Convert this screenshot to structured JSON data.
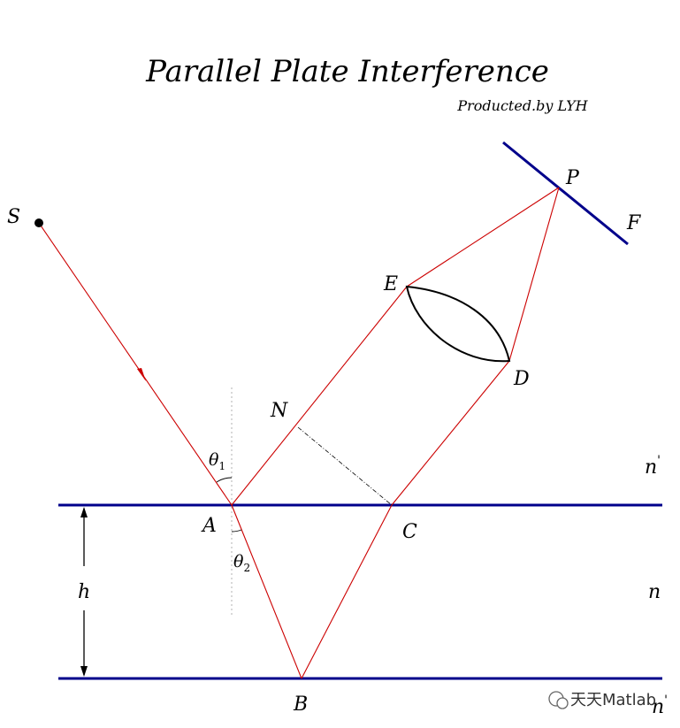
{
  "title": "Parallel Plate Interference",
  "subtitle": "Producted.by LYH",
  "points": {
    "S": "S",
    "P": "P",
    "F": "F",
    "E": "E",
    "D": "D",
    "N": "N",
    "A": "A",
    "C": "C",
    "B": "B"
  },
  "angles": {
    "theta1": "θ",
    "theta1_sub": "1",
    "theta2": "θ",
    "theta2_sub": "2"
  },
  "thickness_label": "h",
  "media": {
    "top": "n",
    "top_mark": "'",
    "middle": "n",
    "bottom": "n",
    "bottom_mark": "'"
  },
  "watermark": "天天Matlab",
  "colors": {
    "plate": "#00008b",
    "ray": "#cc0000",
    "lens": "#000000",
    "dashed": "#000000",
    "normal": "#b0b0b0"
  }
}
